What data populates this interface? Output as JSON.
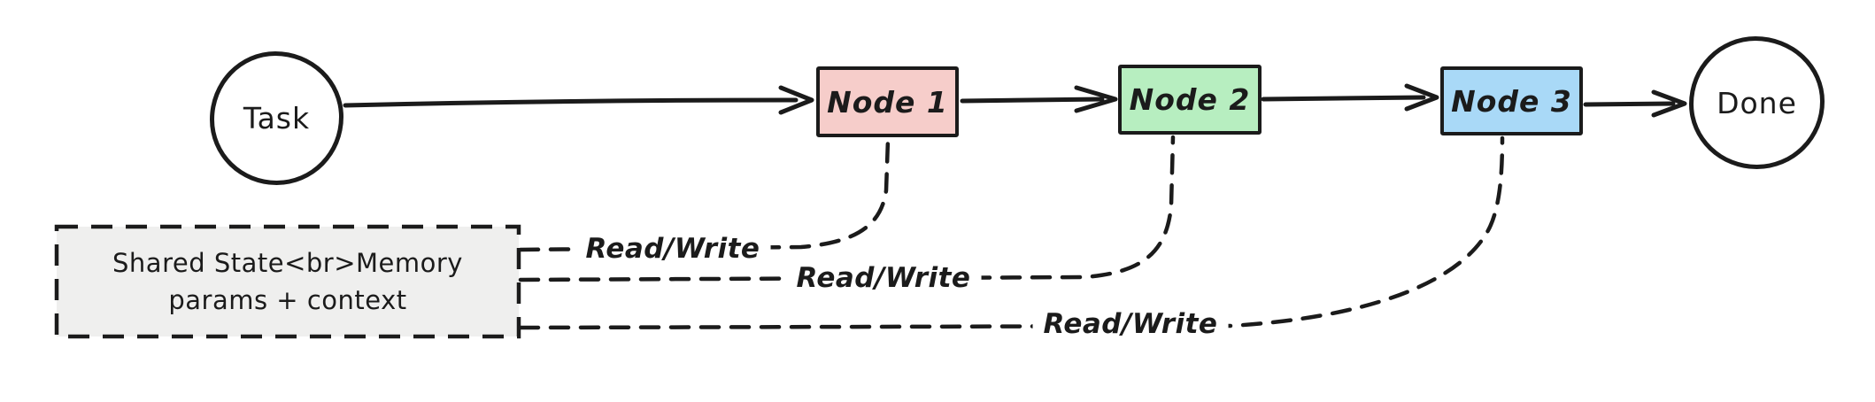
{
  "diagram": {
    "type": "flowchart-hand-drawn",
    "nodes": {
      "task": {
        "label": "Task",
        "shape": "circle",
        "fill": "#ffffff"
      },
      "node1": {
        "label": "Node 1",
        "shape": "rect",
        "fill": "#f6cdca"
      },
      "node2": {
        "label": "Node 2",
        "shape": "rect",
        "fill": "#b7eec0"
      },
      "node3": {
        "label": "Node 3",
        "shape": "rect",
        "fill": "#a9d9f7"
      },
      "done": {
        "label": "Done",
        "shape": "circle",
        "fill": "#ffffff"
      }
    },
    "shared_state": {
      "line1": "Shared State<br>Memory",
      "line2": "params + context",
      "fill": "#efefee",
      "border_style": "dashed"
    },
    "edges": {
      "solid": [
        "task→node1",
        "node1→node2",
        "node2→node3",
        "node3→done"
      ],
      "dashed_labels": {
        "rw1": "Read/Write",
        "rw2": "Read/Write",
        "rw3": "Read/Write"
      }
    },
    "colors": {
      "ink": "#1b1b1b",
      "background": "#ffffff"
    }
  }
}
